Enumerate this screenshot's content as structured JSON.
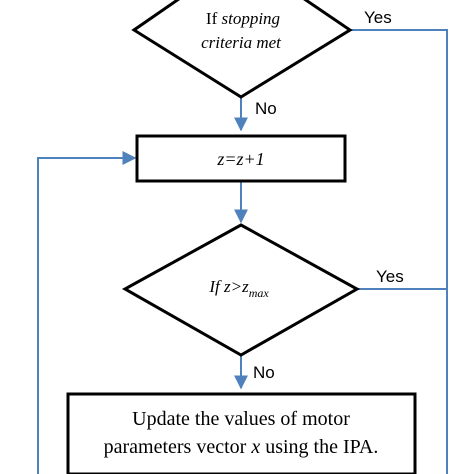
{
  "decision1": {
    "line1": "If ",
    "line1_italic": "stopping",
    "line2": "criteria met"
  },
  "decision2": {
    "prefix": "If ",
    "lhs": "z",
    "op": ">",
    "rhs": "z",
    "subscript": "max"
  },
  "process1": {
    "text": "z=z+1"
  },
  "process2": {
    "line1": "Update the values of motor",
    "line2_a": "parameters vector ",
    "line2_var": "x",
    "line2_b": " using the IPA."
  },
  "labels": {
    "yes1": "Yes",
    "no1": "No",
    "yes2": "Yes",
    "no2": "No"
  },
  "colors": {
    "connector": "#4f81bd",
    "shape_stroke": "#000000",
    "text": "#000000"
  }
}
